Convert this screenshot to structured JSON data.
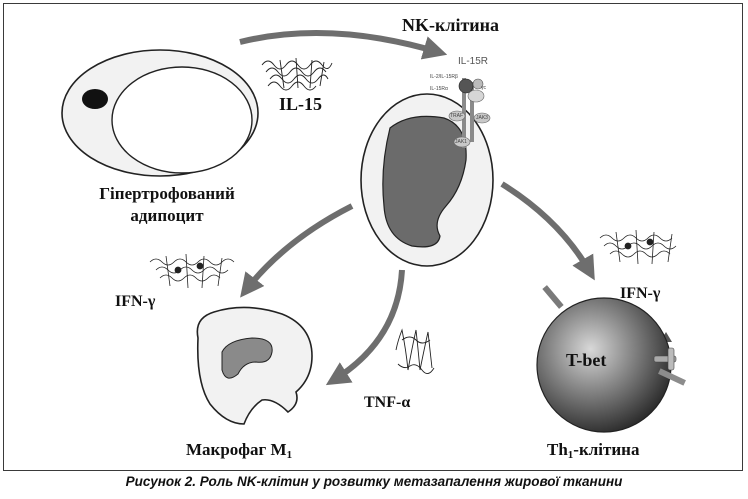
{
  "labels": {
    "nk_cell": "NK-клітина",
    "il15r": "IL-15R",
    "il15": "IL-15",
    "adipocyte_line1": "Гіпертрофований",
    "adipocyte_line2": "адипоцит",
    "ifn_gamma_left": "IFN-γ",
    "ifn_gamma_right": "IFN-γ",
    "tnf_alpha": "TNF-α",
    "macrophage_prefix": "Макрофаг М",
    "macrophage_sub": "1",
    "th1_prefix": "Th",
    "th1_sub": "1",
    "th1_suffix": "-клітина",
    "tbet": "T-bet"
  },
  "receptor_labels": [
    "IL-2/IL-15Rβ",
    "IL-15Rα",
    "γc",
    "TRAF",
    "JAK3",
    "JAK1"
  ],
  "caption": "Рисунок 2. Роль NK-клітин у розвитку метазапалення жирової тканини",
  "colors": {
    "arrow": "#6e6e6e",
    "cell_fill": "#f2f2f2",
    "nucleus": "#6b6b6b",
    "tcell_dark": "#3c3c3c"
  }
}
